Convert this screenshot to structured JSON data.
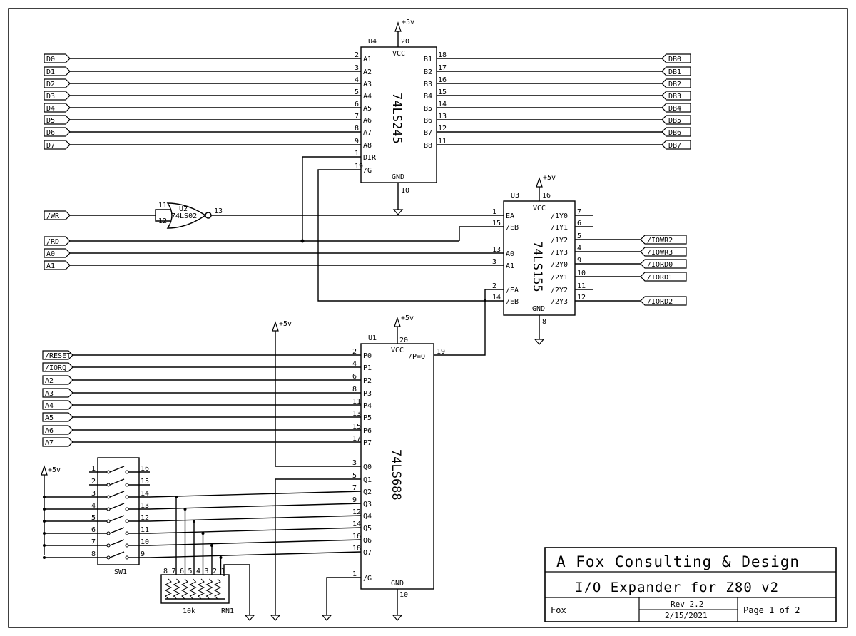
{
  "power": {
    "vcc_label": "+5v",
    "vcc": "VCC",
    "gnd": "GND"
  },
  "u4": {
    "ref": "U4",
    "part": "74LS245",
    "vcc_pin": "20",
    "gnd_pin": "10",
    "left_pins": [
      {
        "pin": "2",
        "name": "A1",
        "net": "D0"
      },
      {
        "pin": "3",
        "name": "A2",
        "net": "D1"
      },
      {
        "pin": "4",
        "name": "A3",
        "net": "D2"
      },
      {
        "pin": "5",
        "name": "A4",
        "net": "D3"
      },
      {
        "pin": "6",
        "name": "A5",
        "net": "D4"
      },
      {
        "pin": "7",
        "name": "A6",
        "net": "D5"
      },
      {
        "pin": "8",
        "name": "A7",
        "net": "D6"
      },
      {
        "pin": "9",
        "name": "A8",
        "net": "D7"
      },
      {
        "pin": "1",
        "name": "DIR",
        "net": ""
      },
      {
        "pin": "19",
        "name": "/G",
        "net": ""
      }
    ],
    "right_pins": [
      {
        "pin": "18",
        "name": "B1",
        "net": "DB0"
      },
      {
        "pin": "17",
        "name": "B2",
        "net": "DB1"
      },
      {
        "pin": "16",
        "name": "B3",
        "net": "DB2"
      },
      {
        "pin": "15",
        "name": "B4",
        "net": "DB3"
      },
      {
        "pin": "14",
        "name": "B5",
        "net": "DB4"
      },
      {
        "pin": "13",
        "name": "B6",
        "net": "DB5"
      },
      {
        "pin": "12",
        "name": "B7",
        "net": "DB6"
      },
      {
        "pin": "11",
        "name": "B8",
        "net": "DB7"
      }
    ]
  },
  "u2": {
    "ref": "U2",
    "part": "74LS02",
    "in1": "11",
    "in2": "12",
    "out": "13"
  },
  "u3": {
    "ref": "U3",
    "part": "74LS155",
    "vcc_pin": "16",
    "gnd_pin": "8",
    "left_pins": [
      {
        "pin": "1",
        "name": "EA"
      },
      {
        "pin": "15",
        "name": "/EB"
      },
      {
        "pin": "13",
        "name": "A0"
      },
      {
        "pin": "3",
        "name": "A1"
      },
      {
        "pin": "2",
        "name": "/EA"
      },
      {
        "pin": "14",
        "name": "/EB"
      }
    ],
    "right_pins": [
      {
        "pin": "7",
        "name": "/1Y0",
        "net": ""
      },
      {
        "pin": "6",
        "name": "/1Y1",
        "net": ""
      },
      {
        "pin": "5",
        "name": "/1Y2",
        "net": "/IOWR2"
      },
      {
        "pin": "4",
        "name": "/1Y3",
        "net": "/IOWR3"
      },
      {
        "pin": "9",
        "name": "/2Y0",
        "net": "/IORD0"
      },
      {
        "pin": "10",
        "name": "/2Y1",
        "net": "/IORD1"
      },
      {
        "pin": "11",
        "name": "/2Y2",
        "net": ""
      },
      {
        "pin": "12",
        "name": "/2Y3",
        "net": "/IORD2"
      }
    ]
  },
  "u1": {
    "ref": "U1",
    "part": "74LS688",
    "vcc_pin": "20",
    "gnd_pin": "10",
    "out_pin": "19",
    "out_name": "/P=Q",
    "p_pins": [
      {
        "pin": "2",
        "name": "P0",
        "net": "/RESET"
      },
      {
        "pin": "4",
        "name": "P1",
        "net": "/IORQ"
      },
      {
        "pin": "6",
        "name": "P2",
        "net": "A2"
      },
      {
        "pin": "8",
        "name": "P3",
        "net": "A3"
      },
      {
        "pin": "11",
        "name": "P4",
        "net": "A4"
      },
      {
        "pin": "13",
        "name": "P5",
        "net": "A5"
      },
      {
        "pin": "15",
        "name": "P6",
        "net": "A6"
      },
      {
        "pin": "17",
        "name": "P7",
        "net": "A7"
      }
    ],
    "q_pins": [
      {
        "pin": "3",
        "name": "Q0"
      },
      {
        "pin": "5",
        "name": "Q1"
      },
      {
        "pin": "7",
        "name": "Q2"
      },
      {
        "pin": "9",
        "name": "Q3"
      },
      {
        "pin": "12",
        "name": "Q4"
      },
      {
        "pin": "14",
        "name": "Q5"
      },
      {
        "pin": "16",
        "name": "Q6"
      },
      {
        "pin": "18",
        "name": "Q7"
      }
    ],
    "g_pin": "1",
    "g_name": "/G"
  },
  "left_nets": [
    {
      "net": "/WR"
    },
    {
      "net": "/RD"
    },
    {
      "net": "A0"
    },
    {
      "net": "A1"
    }
  ],
  "sw1": {
    "ref": "SW1",
    "left_pins": [
      "1",
      "2",
      "3",
      "4",
      "5",
      "6",
      "7",
      "8"
    ],
    "right_pins": [
      "16",
      "15",
      "14",
      "13",
      "12",
      "11",
      "10",
      "9"
    ]
  },
  "rn1": {
    "ref": "RN1",
    "value": "10k",
    "pins": [
      "8",
      "7",
      "6",
      "5",
      "4",
      "3",
      "2",
      "1"
    ]
  },
  "title_block": {
    "company": "A Fox Consulting & Design",
    "title": "I/O Expander for Z80 v2",
    "author": "Fox",
    "rev": "Rev 2.2",
    "date": "2/15/2021",
    "page": "Page 1 of 2"
  }
}
